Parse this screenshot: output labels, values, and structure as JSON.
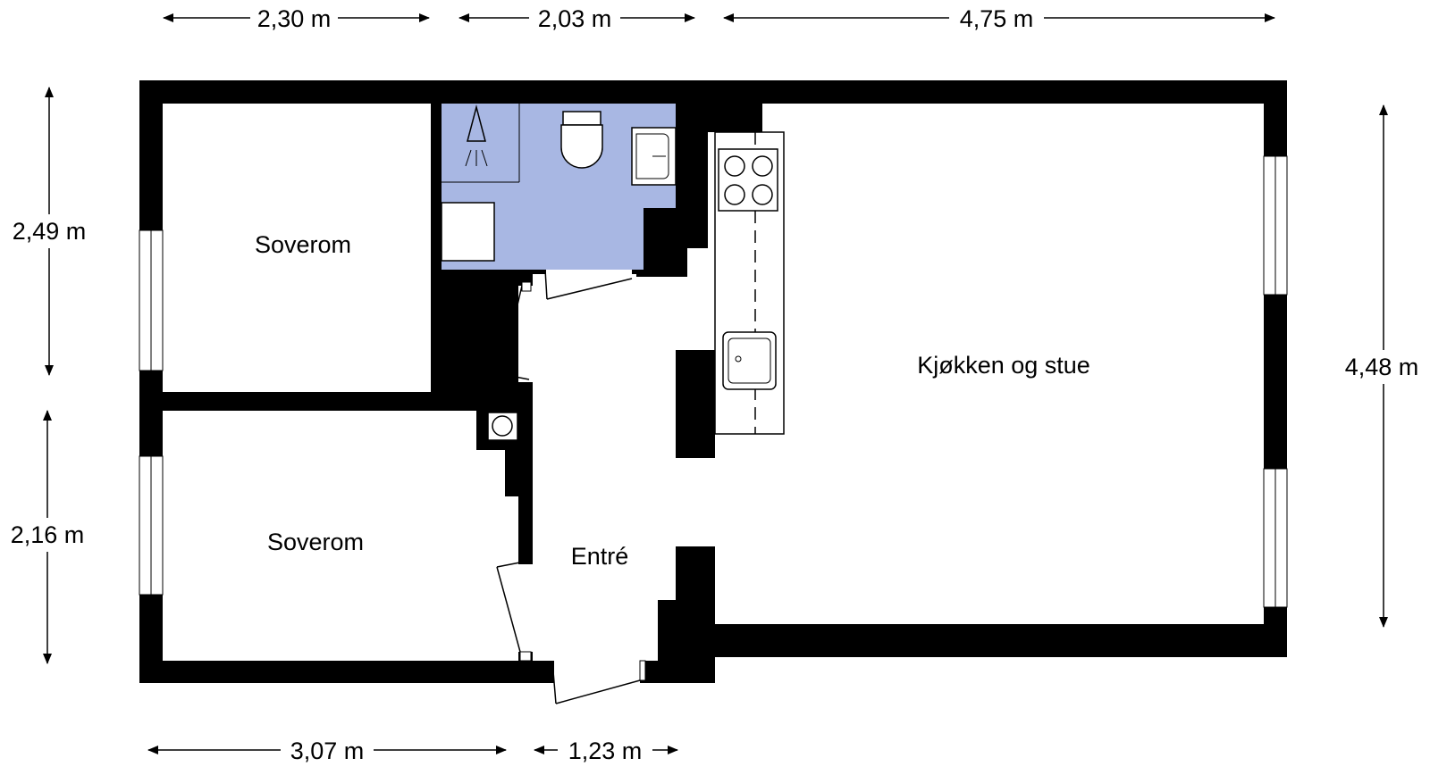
{
  "dimensions": {
    "top_1": "2,30 m",
    "top_2": "2,03 m",
    "top_3": "4,75 m",
    "left_upper": "2,49 m",
    "left_lower": "2,16 m",
    "right": "4,48 m",
    "bottom_1": "3,07 m",
    "bottom_2": "1,23 m"
  },
  "rooms": {
    "bedroom_upper": "Soverom",
    "bedroom_lower": "Soverom",
    "entrance": "Entré",
    "kitchen_living": "Kjøkken og stue"
  },
  "colors": {
    "wall": "#000000",
    "bathroom": "#a8b7e3",
    "floor": "#ffffff"
  }
}
